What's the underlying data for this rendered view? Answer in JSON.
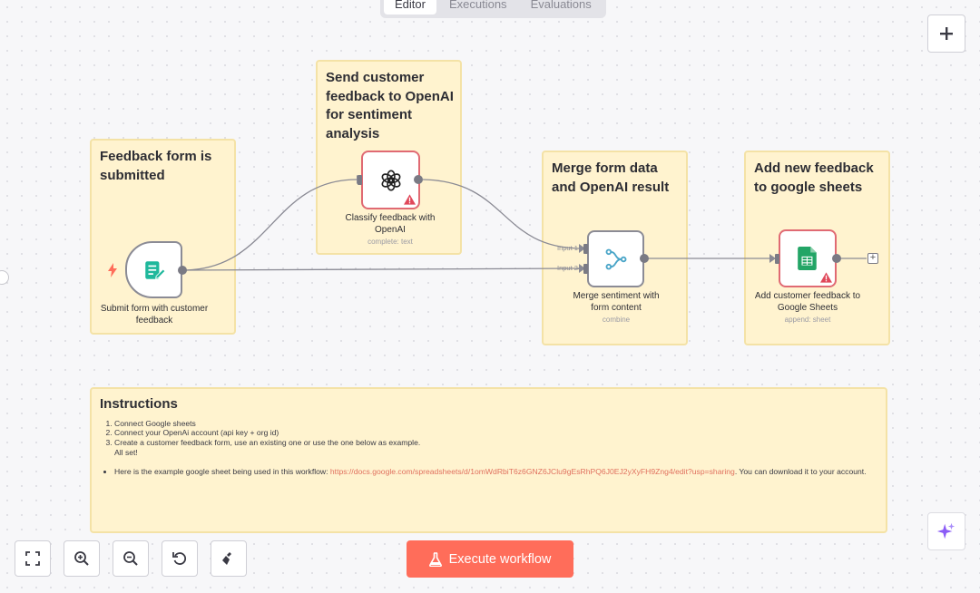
{
  "tabs": [
    {
      "label": "Editor",
      "active": true
    },
    {
      "label": "Executions",
      "active": false
    },
    {
      "label": "Evaluations",
      "active": false
    }
  ],
  "stickies": {
    "feedback": {
      "title": "Feedback form is submitted"
    },
    "openai": {
      "title": "Send customer feedback to OpenAI for sentiment analysis"
    },
    "merge": {
      "title": "Merge form data and OpenAI result"
    },
    "sheets": {
      "title": "Add new feedback to google sheets"
    }
  },
  "nodes": {
    "submit": {
      "label": "Submit form with customer feedback",
      "icon": "form-icon",
      "accent": "#1fb89c"
    },
    "classify": {
      "label": "Classify feedback with OpenAI",
      "subtitle": "complete: text",
      "icon": "openai-icon",
      "status": "error"
    },
    "merge": {
      "label": "Merge sentiment with form content",
      "subtitle": "combine",
      "input1": "Input 1",
      "input2": "Input 2",
      "icon": "merge-icon",
      "accent": "#4aa5c8"
    },
    "sheets": {
      "label": "Add customer feedback to Google Sheets",
      "subtitle": "append: sheet",
      "icon": "google-sheets-icon",
      "status": "error",
      "accent": "#23a566"
    }
  },
  "instructions": {
    "title": "Instructions",
    "steps": [
      "Connect Google sheets",
      "Connect your OpenAi account (api key + org id)",
      "Create a customer feedback form, use an existing one or use the one below as example.",
      "All set!"
    ],
    "bullet_prefix": "Here is the example google sheet being used in this workflow: ",
    "bullet_link": "https://docs.google.com/spreadsheets/d/1omWdRbiT6z6GNZ6JClu9gEsRhPQ6J0EJ2yXyFH9Zng4/edit?usp=sharing",
    "bullet_suffix": ". You can download it to your account."
  },
  "toolbar": {
    "execute_label": "Execute workflow"
  },
  "colors": {
    "execute_button": "#ff6d5a",
    "sticky": "#fff3cf",
    "error_border": "#e06a73",
    "link": "#e0705e"
  }
}
